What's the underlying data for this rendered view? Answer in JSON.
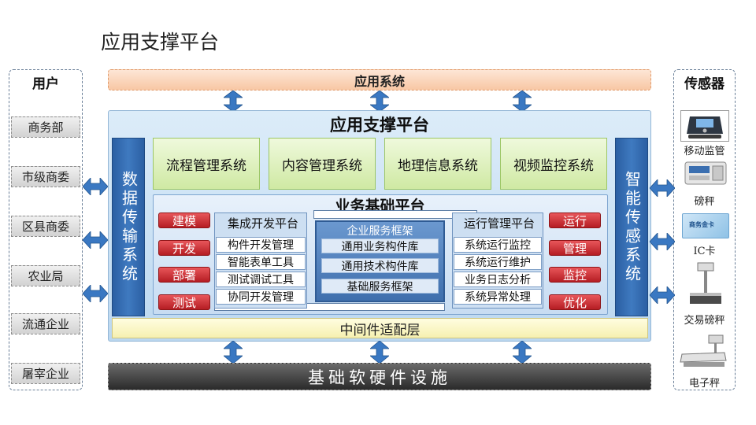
{
  "slide_title": "应用支撑平台",
  "left_panel": {
    "title": "用户",
    "users": [
      "商务部",
      "市级商委",
      "区县商委",
      "农业局",
      "流通企业",
      "屠宰企业"
    ]
  },
  "right_panel": {
    "title": "传感器",
    "sensors": [
      {
        "label": "移动监管",
        "icon": "handheld-terminal-icon"
      },
      {
        "label": "磅秤",
        "icon": "weighing-scale-icon"
      },
      {
        "label": "IC卡",
        "icon": "ic-card-icon"
      },
      {
        "label": "交易磅秤",
        "icon": "trade-scale-icon"
      },
      {
        "label": "电子秤",
        "icon": "electronic-scale-icon"
      }
    ],
    "ic_card_text": "商务金卡"
  },
  "app_system": "应用系统",
  "platform_title": "应用支撑平台",
  "data_transfer": "数据传输系统",
  "smart_sensing": "智能传感系统",
  "top_systems": [
    "流程管理系统",
    "内容管理系统",
    "地理信息系统",
    "视频监控系统"
  ],
  "business_platform": "业务基础平台",
  "left_actions": [
    "建模",
    "开发",
    "部署",
    "测试"
  ],
  "right_actions": [
    "运行",
    "管理",
    "监控",
    "优化"
  ],
  "integration": {
    "title": "集成开发平台",
    "items": [
      "构件开发管理",
      "智能表单工具",
      "测试调试工具",
      "协同开发管理"
    ]
  },
  "service_framework": {
    "title": "企业服务框架",
    "items": [
      "通用业务构件库",
      "通用技术构件库",
      "基础服务框架"
    ]
  },
  "operation": {
    "title": "运行管理平台",
    "items": [
      "系统运行监控",
      "系统运行维护",
      "业务日志分析",
      "系统异常处理"
    ]
  },
  "middleware": "中间件适配层",
  "infrastructure": "基础软硬件设施",
  "colors": {
    "blue_dark": "#2b5fa3",
    "arrow_blue": "#3a78c2",
    "red_button": "#c0262c",
    "green_box": "#d9efb8",
    "orange_bar": "#f8c7a4"
  }
}
